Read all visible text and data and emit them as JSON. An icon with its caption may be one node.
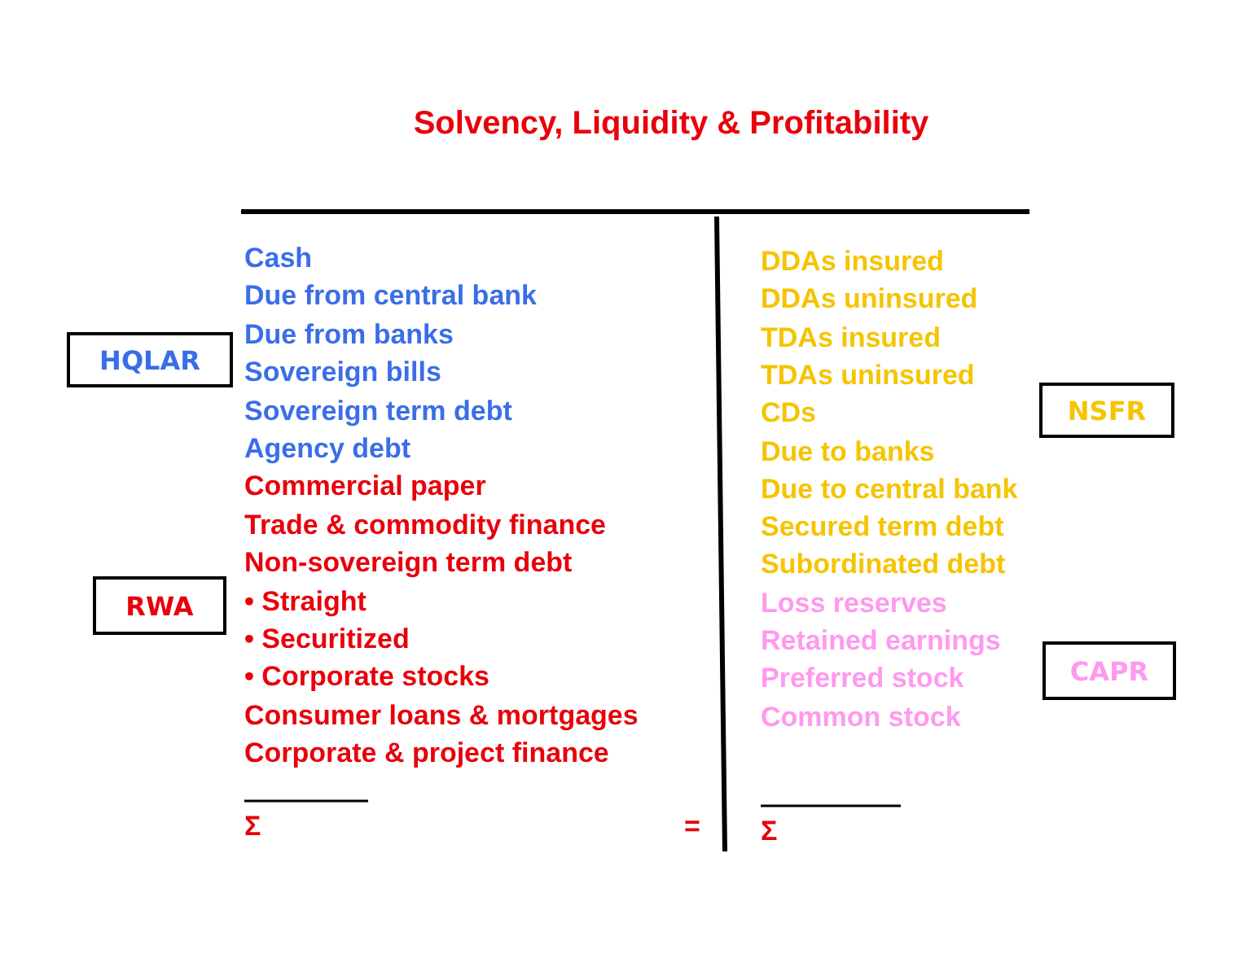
{
  "diagram": {
    "title": "Solvency, Liquidity & Profitability",
    "nodes": [
      {
        "text": [
          "HQLAR"
        ]
      },
      {
        "text": [
          "RWA"
        ]
      },
      {
        "text": [
          "NSFR"
        ]
      },
      {
        "text": [
          "CAPR"
        ]
      }
    ],
    "labels": [
      "Cash",
      "Due from central bank",
      "Due from banks",
      "Sovereign bills",
      "Sovereign term debt",
      "Agency debt",
      "Commercial paper",
      "Trade & commodity finance",
      "Non-sovereign term debt",
      "• Straight",
      "• Securitized",
      "• Corporate stocks",
      "Consumer loans & mortgages",
      "Corporate & project finance",
      "DDAs insured",
      "DDAs uninsured",
      "TDAs insured",
      "TDAs uninsured",
      "CDs",
      "Due to banks",
      "Due to central bank",
      "Secured term debt",
      "Subordinated debt",
      "Loss reserves",
      "Retained earnings",
      "Preferred stock",
      "Common stock",
      "Σ",
      "=",
      "Σ"
    ]
  }
}
